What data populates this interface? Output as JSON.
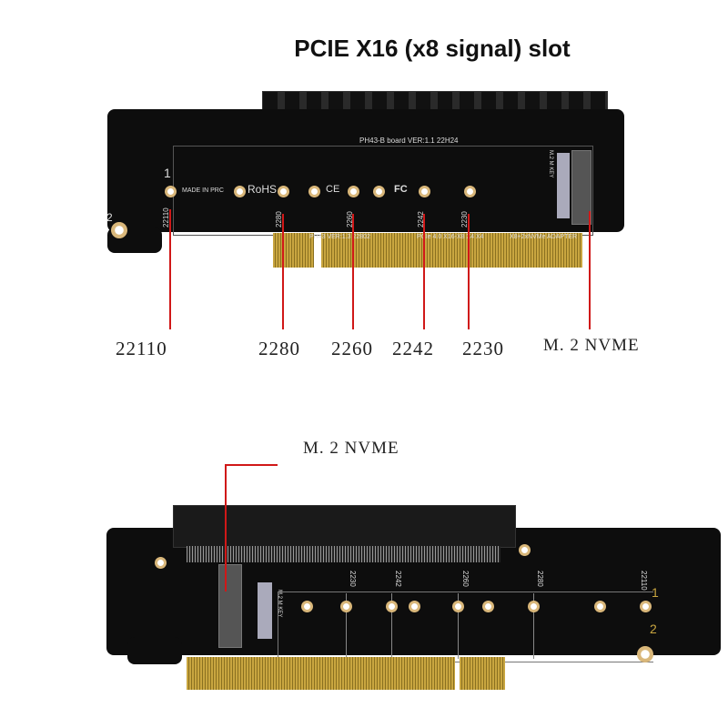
{
  "title": "PCIE X16 (x8 signal) slot",
  "top_callouts": [
    "22110",
    "2280",
    "2260",
    "2242",
    "2230",
    "M. 2 NVME"
  ],
  "bottom_callout": "M. 2 NVME",
  "silkscreen": {
    "board_top": "PH43-B board  VER:1.1  22H24",
    "made_in": "MADE IN PRC",
    "rohs": "RoHS",
    "ce": "CE",
    "fc": "FC",
    "ver": "PH43  VER:1.3  22802",
    "pcie": "PCIe 4.0 X16-X8 X4 X4",
    "adapter": "X8+2xNVMe ADAPTER",
    "m2key": "M.2 M KEY",
    "lengths": [
      "22110",
      "2280",
      "2260",
      "2242",
      "2230"
    ],
    "one": "1",
    "two": "2"
  },
  "colors": {
    "callout_line": "#d01818",
    "pcb": "#0d0d0d",
    "gold": "#c9a640"
  }
}
